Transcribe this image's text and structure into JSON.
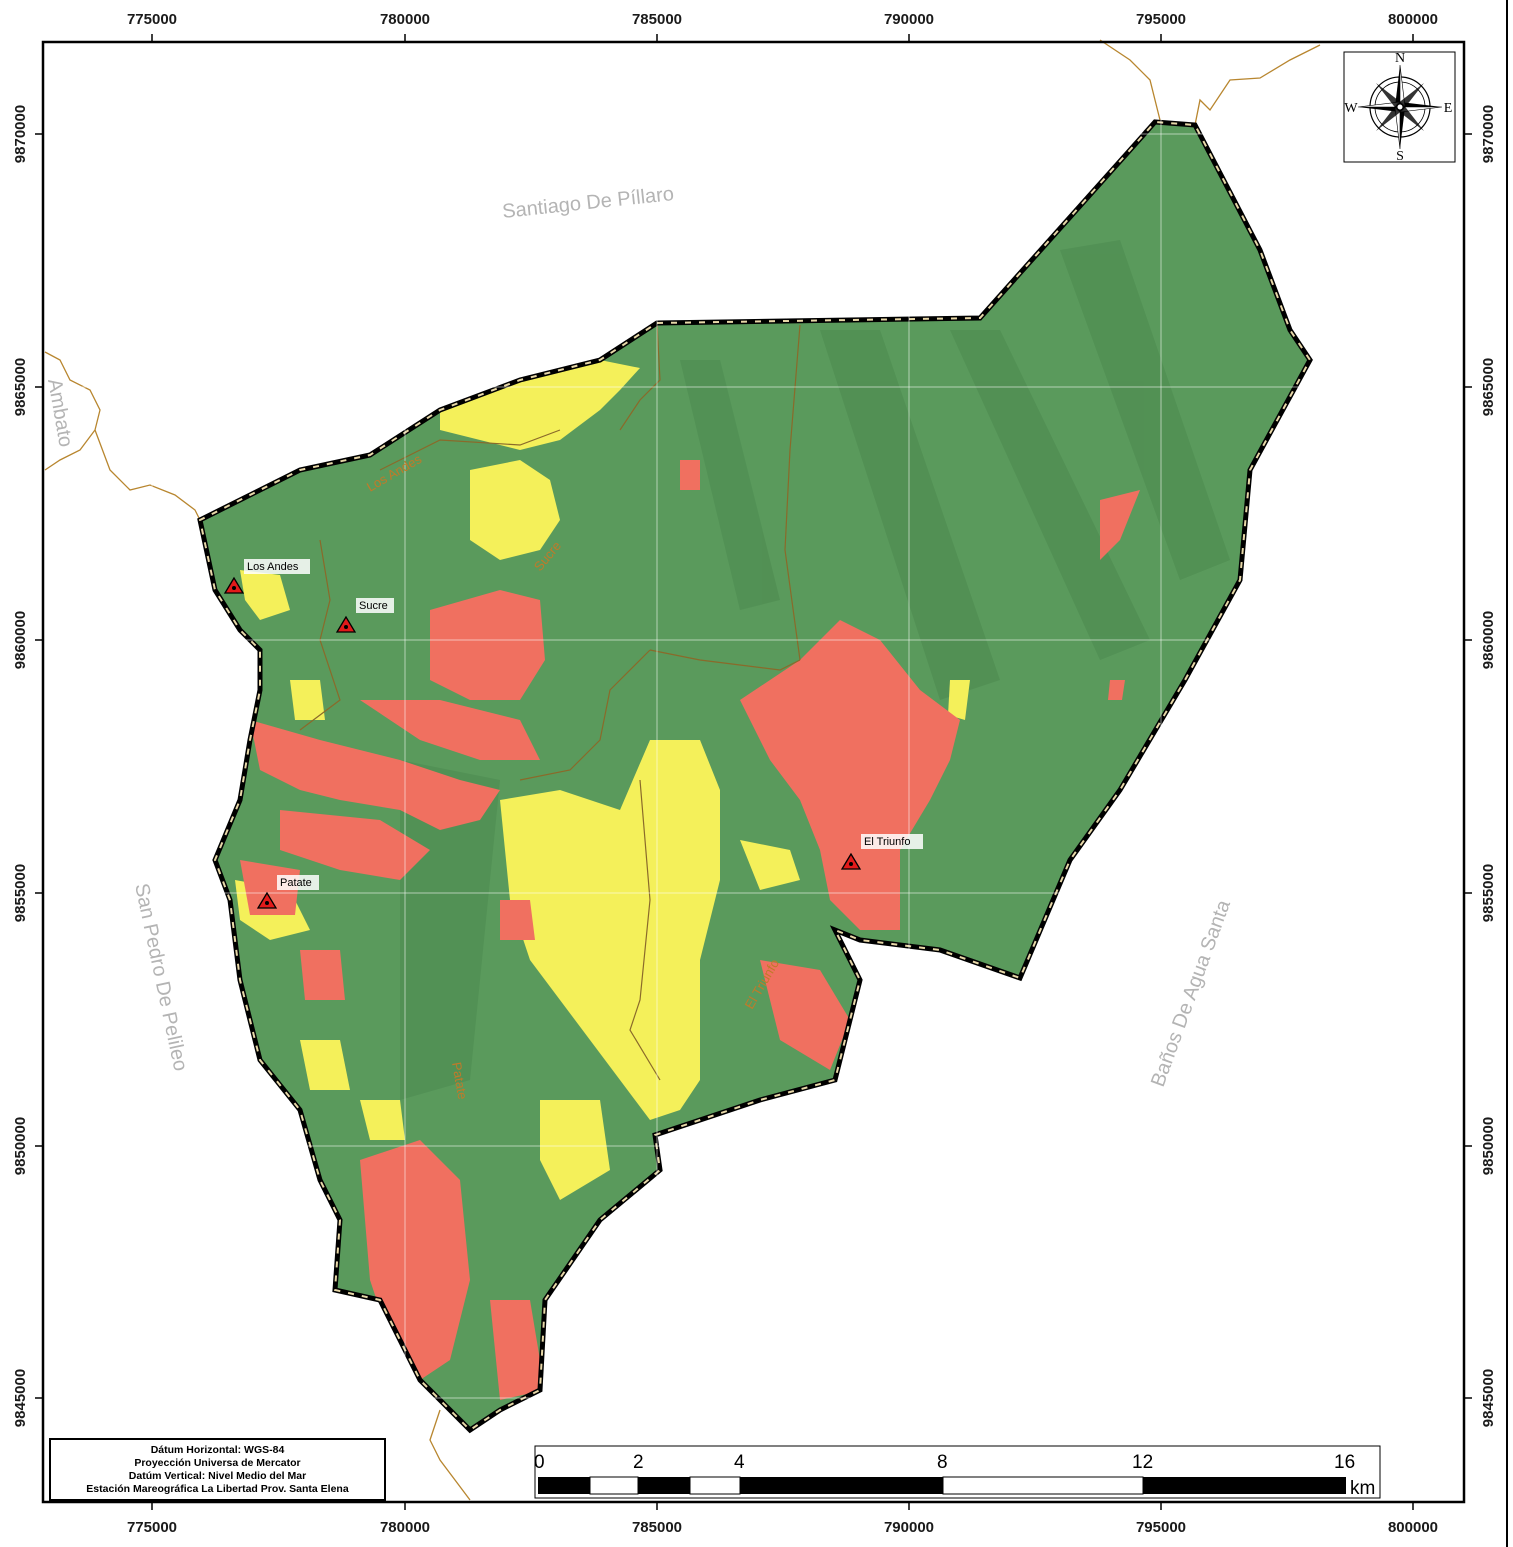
{
  "map": {
    "x_ticks": [
      "775000",
      "780000",
      "785000",
      "790000",
      "795000",
      "800000"
    ],
    "y_ticks": [
      "9870000",
      "9865000",
      "9860000",
      "9855000",
      "9850000",
      "9845000"
    ],
    "neighbors": {
      "north": "Santiago De Píllaro",
      "northwest": "Ambato",
      "west": "San Pedro De Pelileo",
      "east": "Baños De Agua Santa"
    },
    "roads": {
      "los_andes": "Los Andes",
      "sucre": "Sucre",
      "patate": "Patate",
      "el_triunfo": "El Triunfo"
    },
    "towns": [
      "Los Andes",
      "Sucre",
      "Patate",
      "El Triunfo"
    ],
    "compass": {
      "n": "N",
      "s": "S",
      "e": "E",
      "w": "W"
    },
    "scale": {
      "labels": [
        "0",
        "2",
        "4",
        "8",
        "12",
        "16"
      ],
      "unit": "km"
    },
    "datum": {
      "line1": "Dátum Horizontal: WGS-84",
      "line2": "Proyección Universa de Mercator",
      "line3": "Datúm Vertical: Nivel Medio del Mar",
      "line4": "Estación Mareográfica La Libertad Prov. Santa Elena"
    },
    "colors": {
      "green": "#5a9a5c",
      "red": "#f07060",
      "yellow": "#f4f05a",
      "boundary": "#c9a15e"
    }
  }
}
